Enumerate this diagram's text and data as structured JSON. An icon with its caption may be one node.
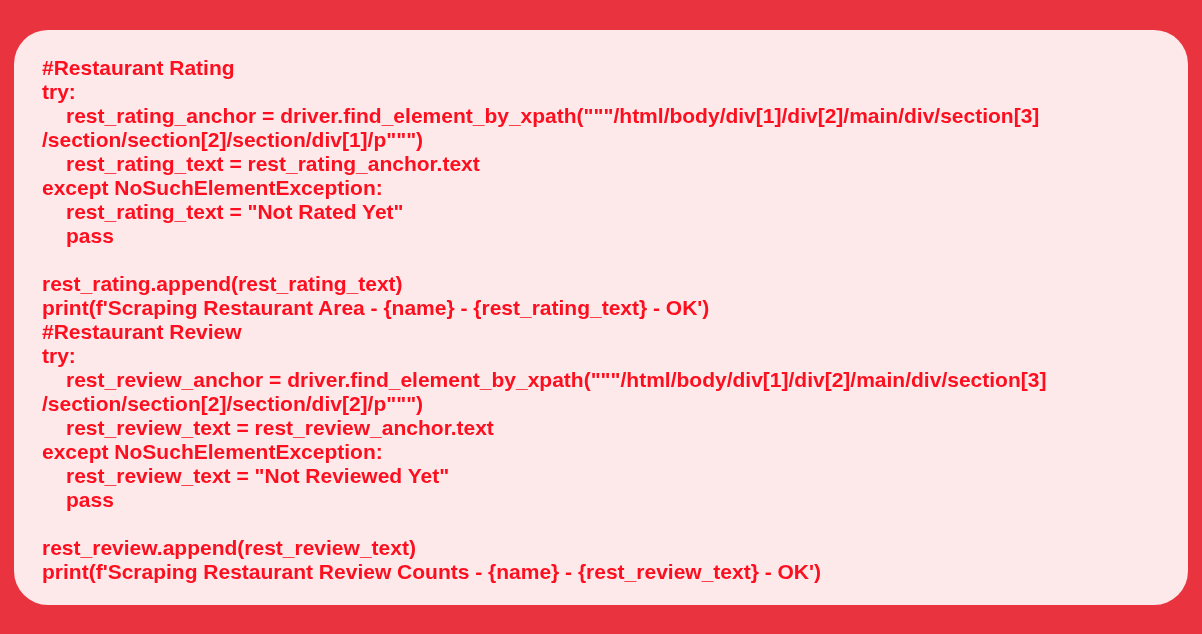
{
  "diagram": {
    "labels": [
      "#Restaurant Rating",
      "try:",
      "rest_rating_anchor = driver.find_element_by_xpath(\"\"\"/html/body/div[1]/div[2]/main/div/section[3]",
      "/section/section[2]/section/div[1]/p\"\"\")",
      "rest_rating_text = rest_rating_anchor.text",
      "except NoSuchElementException:",
      "rest_rating_text = \"Not Rated Yet\"",
      "pass",
      "rest_rating.append(rest_rating_text)",
      "print(f'Scraping Restaurant Area - {name} - {rest_rating_text} - OK')",
      "#Restaurant Review",
      "try:",
      "rest_review_anchor = driver.find_element_by_xpath(\"\"\"/html/body/div[1]/div[2]/main/div/section[3]",
      "/section/section[2]/section/div[2]/p\"\"\")",
      "rest_review_text = rest_review_anchor.text",
      "except NoSuchElementException:",
      "rest_review_text = \"Not Reviewed Yet\"",
      "pass",
      "rest_review.append(rest_review_text)",
      "print(f'Scraping Restaurant Review Counts - {name} - {rest_review_text} - OK')"
    ]
  }
}
